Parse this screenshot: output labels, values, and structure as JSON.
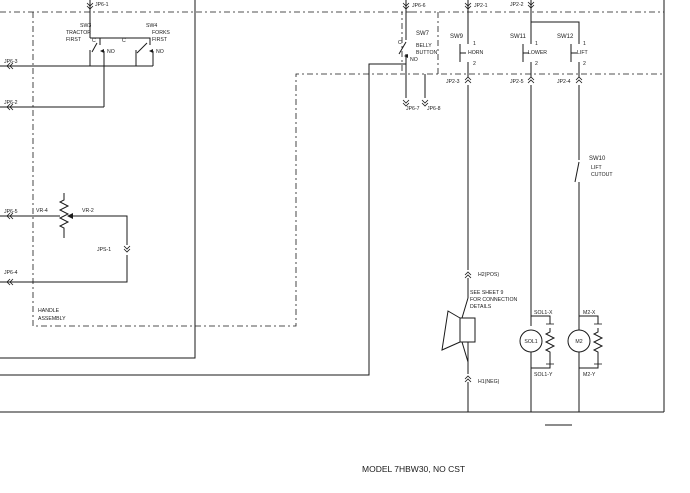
{
  "footer": {
    "model": "MODEL 7HBW30, NO CST"
  },
  "connectors": {
    "jp6_1": "JP6-1",
    "jp6_3": "JP6-3",
    "jp6_2": "JP6-2",
    "jp6_5": "JP6-5",
    "jp6_4": "JP6-4",
    "jp6_6": "JP6-6",
    "jp6_7": "JP6-7",
    "jp6_8": "JP6-8",
    "jp2_1": "JP2-1",
    "jp2_2": "JP2-2",
    "jp2_3": "JP2-3",
    "jp2_5": "JP2-5",
    "jp2_4": "JP2-4",
    "jps_1": "JPS-1"
  },
  "switches": {
    "sw3": {
      "name": "SW3",
      "line1": "TRACTOR",
      "line2": "FIRST",
      "c": "C",
      "no": "NO"
    },
    "sw4": {
      "name": "SW4",
      "line1": "FORKS",
      "line2": "FIRST",
      "c": "C",
      "no": "NO"
    },
    "sw7": {
      "name": "SW7",
      "line1": "BELLY",
      "line2": "BUTTON",
      "c": "C",
      "no": "NO"
    },
    "sw9": {
      "name": "SW9",
      "func": "HORN",
      "p1": "1",
      "p2": "2"
    },
    "sw11": {
      "name": "SW11",
      "func": "LOWER",
      "p1": "1",
      "p2": "2"
    },
    "sw12": {
      "name": "SW12",
      "func": "LIFT",
      "p1": "1",
      "p2": "2"
    },
    "sw10": {
      "name": "SW10",
      "line1": "LIFT",
      "line2": "CUTOUT"
    }
  },
  "pots": {
    "vr4": "VR-4",
    "vr2": "VR-2"
  },
  "handle": {
    "line1": "HANDLE",
    "line2": "ASSEMBLY"
  },
  "horn": {
    "pos": "H2(POS)",
    "neg": "H1(NEG)",
    "note1": "SEE SHEET 9",
    "note2": "FOR CONNECTION",
    "note3": "DETAILS"
  },
  "sol1": {
    "name": "SOL1",
    "x": "SOL1-X",
    "y": "SOL1-Y"
  },
  "m2": {
    "name": "M2",
    "x": "M2-X",
    "y": "M2-Y"
  }
}
